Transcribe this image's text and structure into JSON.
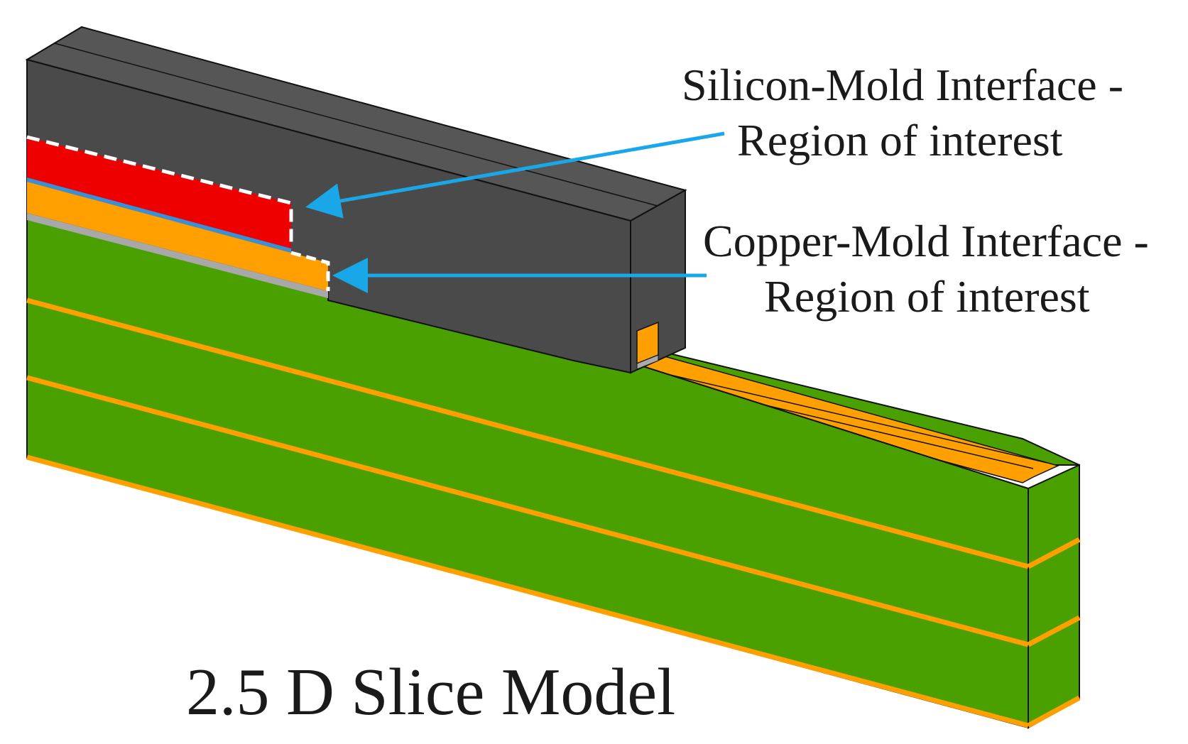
{
  "annotations": {
    "silicon_mold": {
      "line1": "Silicon-Mold Interface -",
      "line2": "Region of interest"
    },
    "copper_mold": {
      "line1": "Copper-Mold Interface -",
      "line2": "Region of interest"
    }
  },
  "caption": "2.5 D Slice Model",
  "colors": {
    "mold": "#4a4a4a",
    "mold_top": "#565656",
    "silicon": "#ee0000",
    "copper": "#ff9f00",
    "substrate": "#4aa000",
    "arrow": "#1aa7e8",
    "outline": "#111111",
    "interface_dash": "#ffffff"
  }
}
